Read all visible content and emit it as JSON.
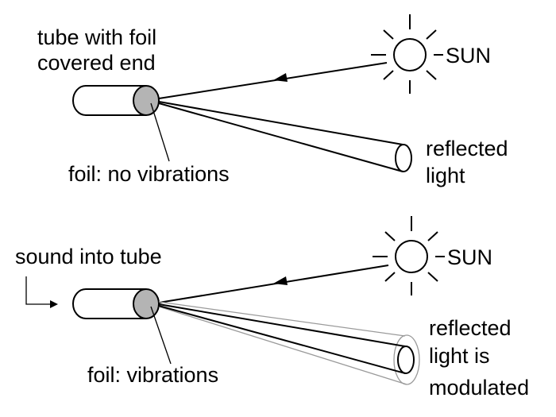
{
  "top_panel": {
    "tube_label_line1": "tube with foil",
    "tube_label_line2": "covered end",
    "sun_label": "SUN",
    "foil_label": "foil: no vibrations",
    "reflected_line1": "reflected",
    "reflected_line2": "light"
  },
  "bottom_panel": {
    "sound_label": "sound into tube",
    "sun_label": "SUN",
    "foil_label": "foil: vibrations",
    "reflected_line1": "reflected",
    "reflected_line2": "light is",
    "reflected_line3": "modulated"
  },
  "colors": {
    "ink": "#000000",
    "foil": "#b4b4b4",
    "halo": "#9a9a9a",
    "background": "#ffffff"
  }
}
